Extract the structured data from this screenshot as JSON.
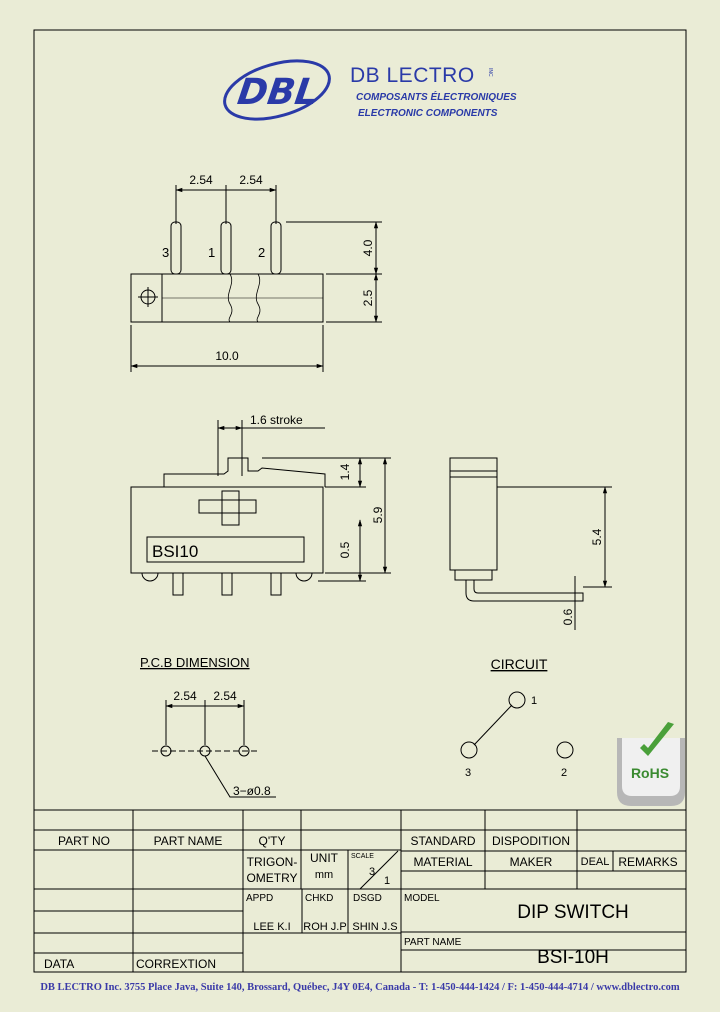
{
  "logo": {
    "mark": "DBL",
    "name": "DB LECTRO",
    "inc": "INC",
    "line1": "COMPOSANTS ÉLECTRONIQUES",
    "line2": "ELECTRONIC COMPONENTS"
  },
  "side_view": {
    "pitch1": "2.54",
    "pitch2": "2.54",
    "pin_a": "3",
    "pin_b": "1",
    "pin_c": "2",
    "pin_height": "4.0",
    "body_height": "2.5",
    "body_length": "10.0"
  },
  "front_view": {
    "stroke": "1.6   stroke",
    "actuator_height": "1.4",
    "total_height": "5.9",
    "standoff": "0.5",
    "label": "BSI10"
  },
  "end_view": {
    "height": "5.4",
    "lead": "0.6"
  },
  "pcb": {
    "title": "P.C.B  DIMENSION",
    "pitch1": "2.54",
    "pitch2": "2.54",
    "holes": "3−ø0.8"
  },
  "circuit": {
    "title": "CIRCUIT",
    "pin1": "1",
    "pin3": "3",
    "pin2": "2"
  },
  "rohs": "RoHS",
  "title_block": {
    "part_no": "PART  NO",
    "part_name": "PART  NAME",
    "qty": "Q'TY",
    "standard": "STANDARD",
    "disposition": "DISPODITION",
    "trig1": "TRIGON-",
    "trig2": "OMETRY",
    "unit": "UNIT",
    "unit_val": "mm",
    "scale": "SCALE",
    "scale_num": "3",
    "scale_den": "1",
    "material": "MATERIAL",
    "maker": "MAKER",
    "deal": "DEAL",
    "remarks": "REMARKS",
    "appd": "APPD",
    "chkd": "CHKD",
    "dsgd": "DSGD",
    "model_label": "MODEL",
    "appd_name": "LEE  K.I",
    "chkd_name": "ROH  J.P",
    "dsgd_name": "SHIN  J.S",
    "model_value": "DIP SWITCH",
    "part_name_label": "PART  NAME",
    "part_name_value": "BSI-10H",
    "data": "DATA",
    "correxion": "CORREXTION"
  },
  "footer": "DB LECTRO  Inc. 3755 Place Java, Suite 140, Brossard, Québec, J4Y 0E4, Canada - T: 1-450-444-1424 / F: 1-450-444-4714 / www.dblectro.com"
}
